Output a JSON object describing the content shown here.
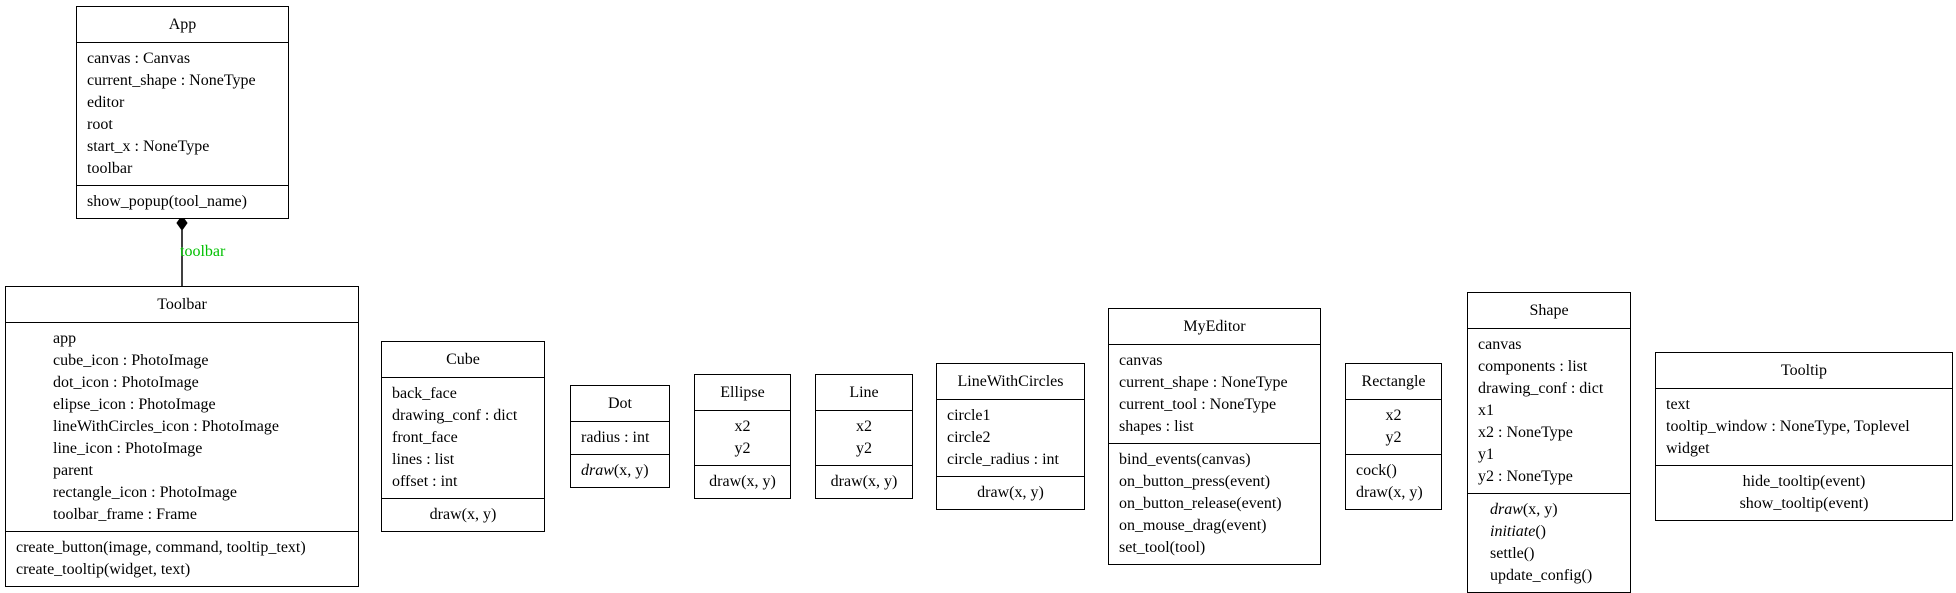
{
  "classes": {
    "app": {
      "name": "App",
      "attributes": [
        "canvas : Canvas",
        "current_shape : NoneType",
        "editor",
        "root",
        "start_x : NoneType",
        "toolbar"
      ],
      "methods": [
        {
          "name": "show_popup",
          "args": "(tool_name)",
          "abstract": false
        }
      ]
    },
    "toolbar": {
      "name": "Toolbar",
      "attributes": [
        "app",
        "cube_icon : PhotoImage",
        "dot_icon : PhotoImage",
        "elipse_icon : PhotoImage",
        "lineWithCircles_icon : PhotoImage",
        "line_icon : PhotoImage",
        "parent",
        "rectangle_icon : PhotoImage",
        "toolbar_frame : Frame"
      ],
      "methods": [
        {
          "name": "create_button",
          "args": "(image, command, tooltip_text)",
          "abstract": false
        },
        {
          "name": "create_tooltip",
          "args": "(widget, text)",
          "abstract": false
        }
      ]
    },
    "cube": {
      "name": "Cube",
      "attributes": [
        "back_face",
        "drawing_conf : dict",
        "front_face",
        "lines : list",
        "offset : int"
      ],
      "methods": [
        {
          "name": "draw",
          "args": "(x, y)",
          "abstract": false
        }
      ]
    },
    "dot": {
      "name": "Dot",
      "attributes": [
        "radius : int"
      ],
      "methods": [
        {
          "name": "draw",
          "args": "(x, y)",
          "abstract": true
        }
      ]
    },
    "ellipse": {
      "name": "Ellipse",
      "attributes": [
        "x2",
        "y2"
      ],
      "methods": [
        {
          "name": "draw",
          "args": "(x, y)",
          "abstract": false
        }
      ]
    },
    "line": {
      "name": "Line",
      "attributes": [
        "x2",
        "y2"
      ],
      "methods": [
        {
          "name": "draw",
          "args": "(x, y)",
          "abstract": false
        }
      ]
    },
    "line_with_circles": {
      "name": "LineWithCircles",
      "attributes": [
        "circle1",
        "circle2",
        "circle_radius : int"
      ],
      "methods": [
        {
          "name": "draw",
          "args": "(x, y)",
          "abstract": false
        }
      ]
    },
    "my_editor": {
      "name": "MyEditor",
      "attributes": [
        "canvas",
        "current_shape : NoneType",
        "current_tool : NoneType",
        "shapes : list"
      ],
      "methods": [
        {
          "name": "bind_events",
          "args": "(canvas)",
          "abstract": false
        },
        {
          "name": "on_button_press",
          "args": "(event)",
          "abstract": false
        },
        {
          "name": "on_button_release",
          "args": "(event)",
          "abstract": false
        },
        {
          "name": "on_mouse_drag",
          "args": "(event)",
          "abstract": false
        },
        {
          "name": "set_tool",
          "args": "(tool)",
          "abstract": false
        }
      ]
    },
    "rectangle": {
      "name": "Rectangle",
      "attributes": [
        "x2",
        "y2"
      ],
      "methods": [
        {
          "name": "cock",
          "args": "()",
          "abstract": false
        },
        {
          "name": "draw",
          "args": "(x, y)",
          "abstract": false
        }
      ]
    },
    "shape": {
      "name": "Shape",
      "attributes": [
        "canvas",
        "components : list",
        "drawing_conf : dict",
        "x1",
        "x2 : NoneType",
        "y1",
        "y2 : NoneType"
      ],
      "methods": [
        {
          "name": "draw",
          "args": "(x, y)",
          "abstract": true
        },
        {
          "name": "initiate",
          "args": "()",
          "abstract": true
        },
        {
          "name": "settle",
          "args": "()",
          "abstract": false
        },
        {
          "name": "update_config",
          "args": "()",
          "abstract": false
        }
      ]
    },
    "tooltip": {
      "name": "Tooltip",
      "attributes": [
        "text",
        "tooltip_window : NoneType, Toplevel",
        "widget"
      ],
      "methods": [
        {
          "name": "hide_tooltip",
          "args": "(event)",
          "abstract": false
        },
        {
          "name": "show_tooltip",
          "args": "(event)",
          "abstract": false
        }
      ]
    }
  },
  "relations": [
    {
      "from": "App",
      "to": "Toolbar",
      "kind": "composition",
      "label": "toolbar",
      "label_color": "#00c000"
    }
  ]
}
